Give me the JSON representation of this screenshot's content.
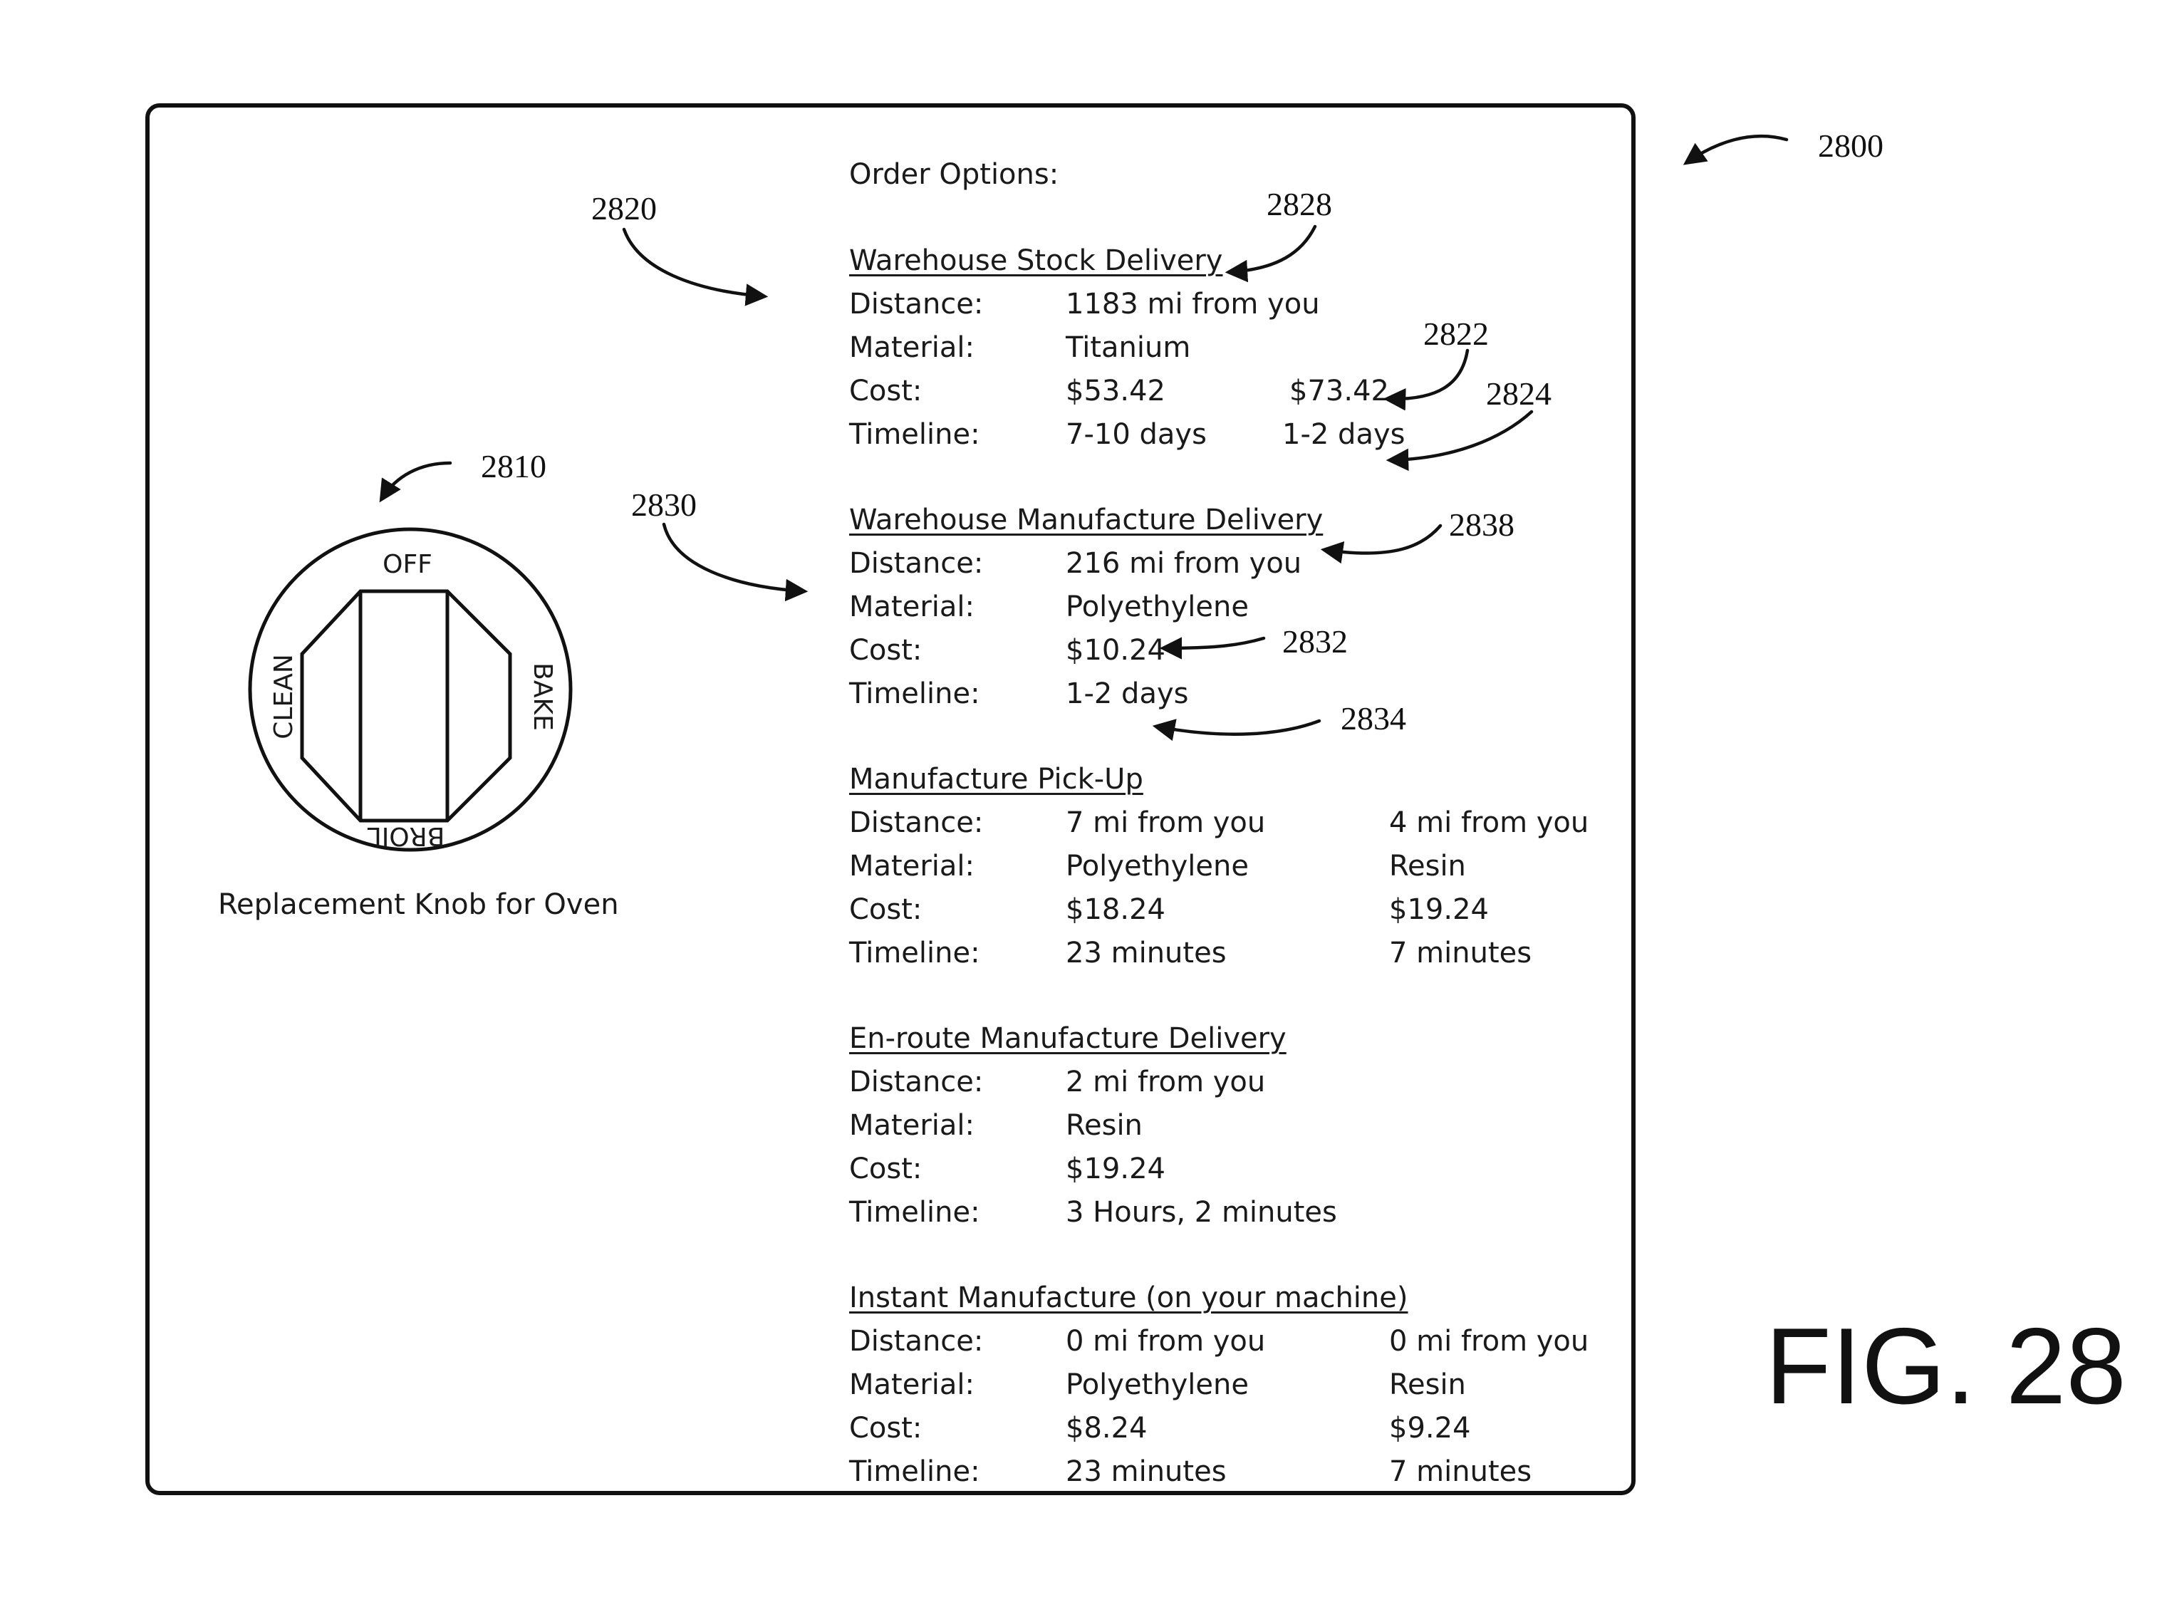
{
  "figure_label": "FIG. 28",
  "refs": {
    "r2800": "2800",
    "r2810": "2810",
    "r2820": "2820",
    "r2828": "2828",
    "r2822": "2822",
    "r2824": "2824",
    "r2830": "2830",
    "r2838": "2838",
    "r2832": "2832",
    "r2834": "2834"
  },
  "knob": {
    "off": "OFF",
    "bake": "BAKE",
    "broil": "BROIL",
    "clean": "CLEAN",
    "caption": "Replacement Knob for Oven"
  },
  "order_options_title": "Order Options:",
  "row_labels": {
    "distance": "Distance:",
    "material": "Material:",
    "cost": "Cost:",
    "timeline": "Timeline:"
  },
  "sections": [
    {
      "title": "Warehouse Stock Delivery",
      "distance": [
        "1183 mi from you"
      ],
      "material": [
        "Titanium"
      ],
      "cost": [
        "$53.42",
        "$73.42"
      ],
      "timeline": [
        "7-10 days",
        "1-2 days"
      ]
    },
    {
      "title": "Warehouse Manufacture Delivery",
      "distance": [
        "216 mi from you"
      ],
      "material": [
        "Polyethylene"
      ],
      "cost": [
        "$10.24"
      ],
      "timeline": [
        "1-2 days"
      ]
    },
    {
      "title": "Manufacture Pick-Up",
      "distance": [
        "7 mi from you",
        "4 mi from you"
      ],
      "material": [
        "Polyethylene",
        "Resin"
      ],
      "cost": [
        "$18.24",
        "$19.24"
      ],
      "timeline": [
        "23 minutes",
        "7 minutes"
      ]
    },
    {
      "title": "En-route Manufacture Delivery",
      "distance": [
        "2 mi from you"
      ],
      "material": [
        "Resin"
      ],
      "cost": [
        "$19.24"
      ],
      "timeline": [
        "3 Hours, 2 minutes"
      ]
    },
    {
      "title": "Instant Manufacture (on your machine)",
      "distance": [
        "0 mi from you",
        "0 mi from you"
      ],
      "material": [
        "Polyethylene",
        "Resin"
      ],
      "cost": [
        "$8.24",
        "$9.24"
      ],
      "timeline": [
        "23 minutes",
        "7 minutes"
      ]
    }
  ]
}
